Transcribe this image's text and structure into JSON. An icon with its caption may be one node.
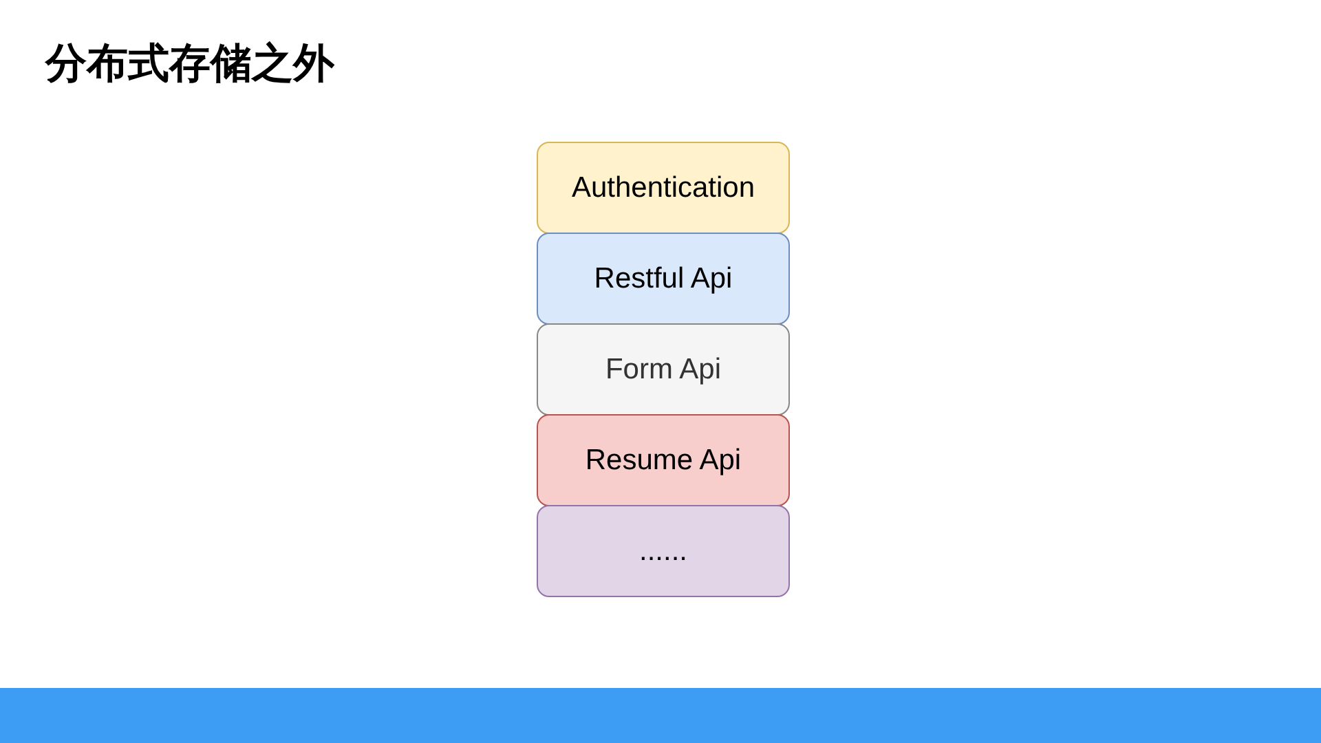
{
  "diagram": {
    "title": "分布式存储之外",
    "nodes": [
      {
        "text": [
          "Authentication"
        ]
      },
      {
        "text": [
          "Restful Api"
        ]
      },
      {
        "text": [
          "Form Api"
        ]
      },
      {
        "text": [
          "Resume Api"
        ]
      },
      {
        "text": [
          "......"
        ]
      }
    ]
  }
}
